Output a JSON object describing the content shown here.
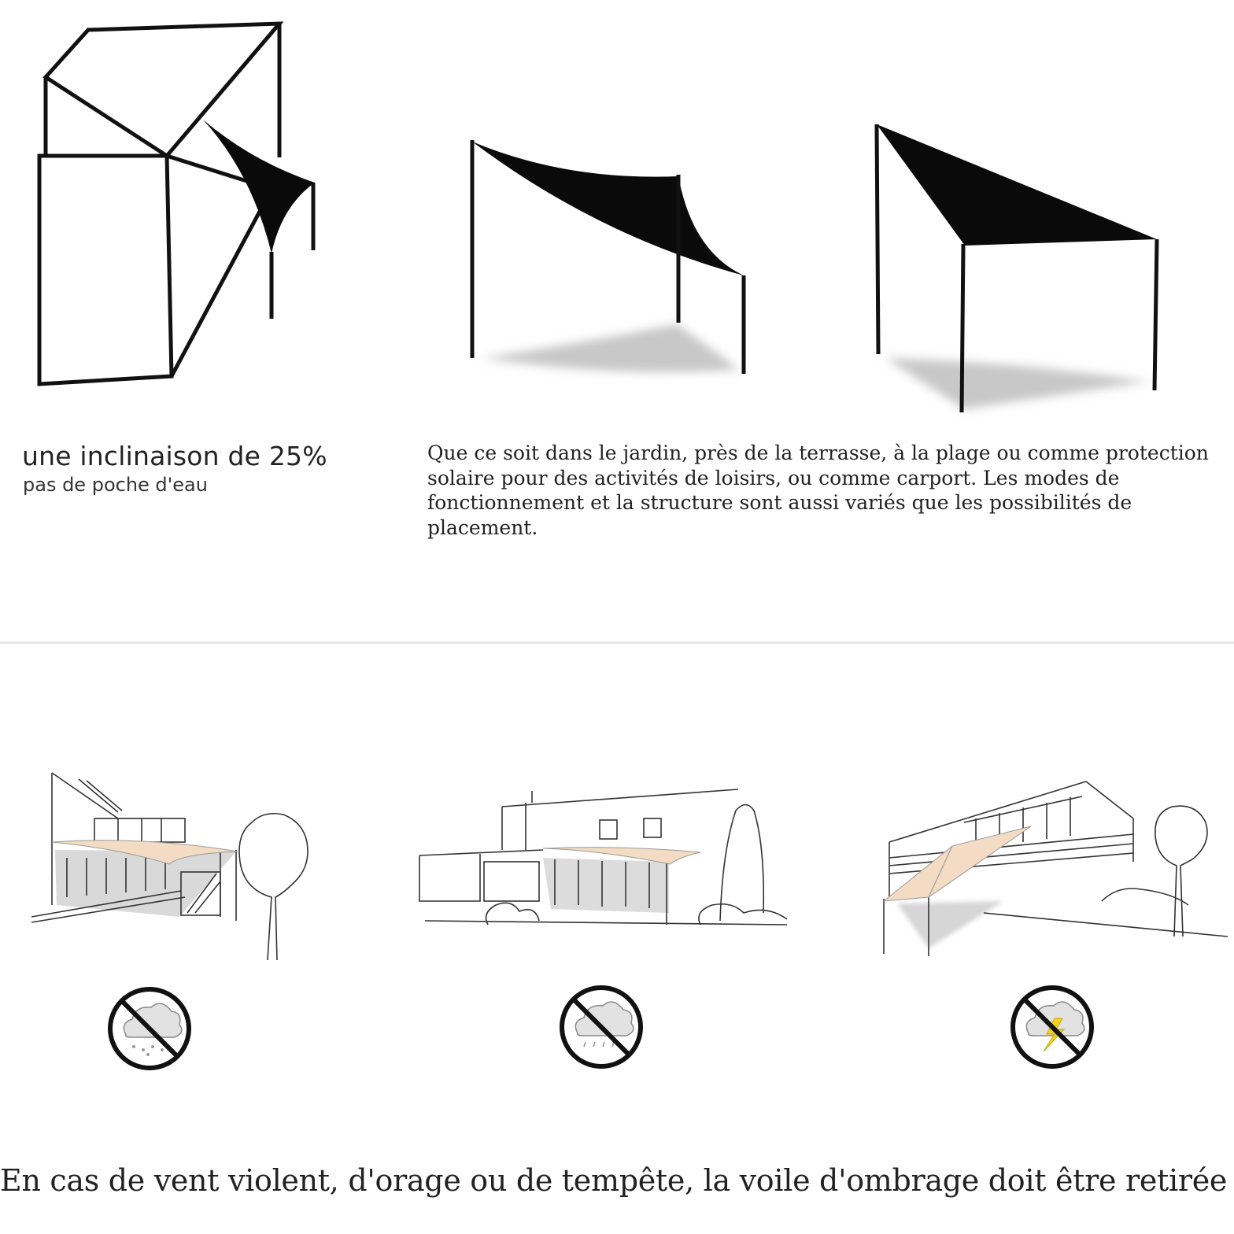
{
  "incline": {
    "title": "une inclinaison de 25%",
    "subtitle": "pas de poche d'eau"
  },
  "description": "Que ce soit dans le jardin, près de la terrasse, à la plage ou comme protection solaire pour des activités de loisirs, ou comme carport. Les modes de fonctionnement et la structure sont aussi variés que les possibilités de placement.",
  "warning": "En cas de vent violent, d'orage ou de tempête, la voile d'ombrage doit être retirée",
  "icons": [
    "no-snow-icon",
    "no-rain-icon",
    "no-thunderstorm-icon"
  ],
  "colors": {
    "sail_dark": "#0a0a0a",
    "sail_beige": "#f3dcc3",
    "shadow": "#cfcfcf",
    "bolt": "#f2d21b",
    "cloud": "#e2e2e2"
  }
}
